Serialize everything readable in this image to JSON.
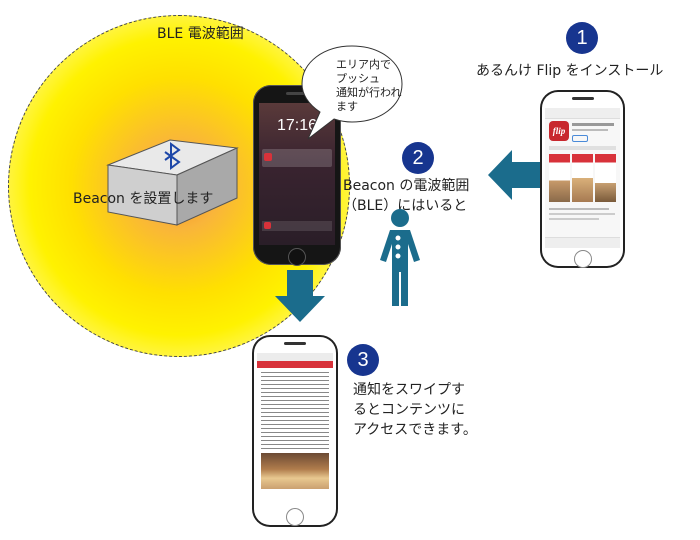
{
  "range_label": "BLE 電波範囲",
  "beacon_label": "Beacon を設置します",
  "bubble_text": [
    "エリア内で",
    "プッシュ",
    "通知が行われ",
    "ます"
  ],
  "step1": {
    "number": "1",
    "text": "あるんけ Flip をインストール"
  },
  "step2": {
    "number": "2",
    "text": [
      "Beacon の電波範囲",
      "（BLE）にはいると"
    ]
  },
  "step3": {
    "number": "3",
    "text": [
      "通知をスワイプす",
      "るとコンテンツに",
      "アクセスできます。"
    ]
  },
  "lock_screen": {
    "time": "17:16"
  },
  "app_store": {
    "app_logo": "flip"
  },
  "colors": {
    "step_circle": "#17358f",
    "arrow": "#1b6c8c",
    "range_glow": "#ffe300",
    "range_center": "#f4892c",
    "person": "#1b6c8c"
  }
}
